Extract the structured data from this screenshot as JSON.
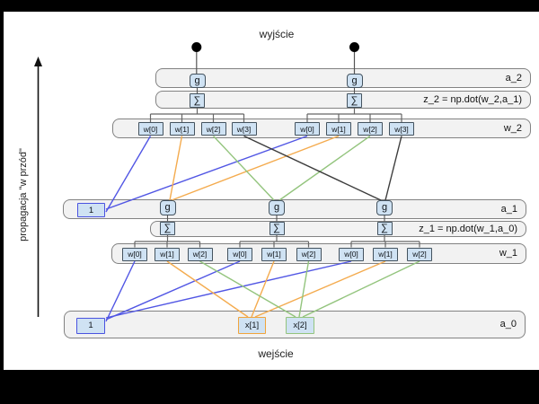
{
  "title_top": "wyjście",
  "title_bottom": "wejście",
  "side_arrow_label": "propagacja \"w przód\"",
  "rows": {
    "a_2": {
      "label": "a_2",
      "nodes": [
        "g",
        "g"
      ]
    },
    "z_2": {
      "label": "z_2 = np.dot(w_2,a_1)",
      "nodes": [
        "∑",
        "∑"
      ]
    },
    "w_2": {
      "label": "w_2",
      "groups": [
        [
          "w[0]",
          "w[1]",
          "w[2]",
          "w[3]"
        ],
        [
          "w[0]",
          "w[1]",
          "w[2]",
          "w[3]"
        ]
      ]
    },
    "a_1": {
      "label": "a_1",
      "bias": "1",
      "nodes": [
        "g",
        "g",
        "g"
      ]
    },
    "z_1": {
      "label": "z_1 = np.dot(w_1,a_0)",
      "nodes": [
        "∑",
        "∑",
        "∑"
      ]
    },
    "w_1": {
      "label": "w_1",
      "groups": [
        [
          "w[0]",
          "w[1]",
          "w[2]"
        ],
        [
          "w[0]",
          "w[1]",
          "w[2]"
        ],
        [
          "w[0]",
          "w[1]",
          "w[2]"
        ]
      ]
    },
    "a_0": {
      "label": "a_0",
      "bias": "1",
      "inputs": [
        "x[1]",
        "x[2]"
      ]
    }
  },
  "connections": {
    "w_2_to_a_1": [
      {
        "weight": "w[0]",
        "target": "1",
        "color_name": "blue"
      },
      {
        "weight": "w[1]",
        "target": "g (1st)",
        "color_name": "orange"
      },
      {
        "weight": "w[2]",
        "target": "g (2nd)",
        "color_name": "green"
      },
      {
        "weight": "w[3]",
        "target": "g (3rd)",
        "color_name": "dark"
      }
    ],
    "w_1_to_a_0": [
      {
        "weight": "w[0]",
        "target": "1",
        "color_name": "blue"
      },
      {
        "weight": "w[1]",
        "target": "x[1]",
        "color_name": "orange"
      },
      {
        "weight": "w[2]",
        "target": "x[2]",
        "color_name": "green"
      }
    ]
  },
  "colors": {
    "blue": "#5156e4",
    "orange": "#f4ab4e",
    "green": "#93c47d",
    "dark": "#3d3d3d",
    "box_fill": "#cfe2f3",
    "box_border": "#44535f",
    "row_fill": "#f2f2f2",
    "row_border": "#828282",
    "bracket": "#666666",
    "dot": "#000000"
  }
}
